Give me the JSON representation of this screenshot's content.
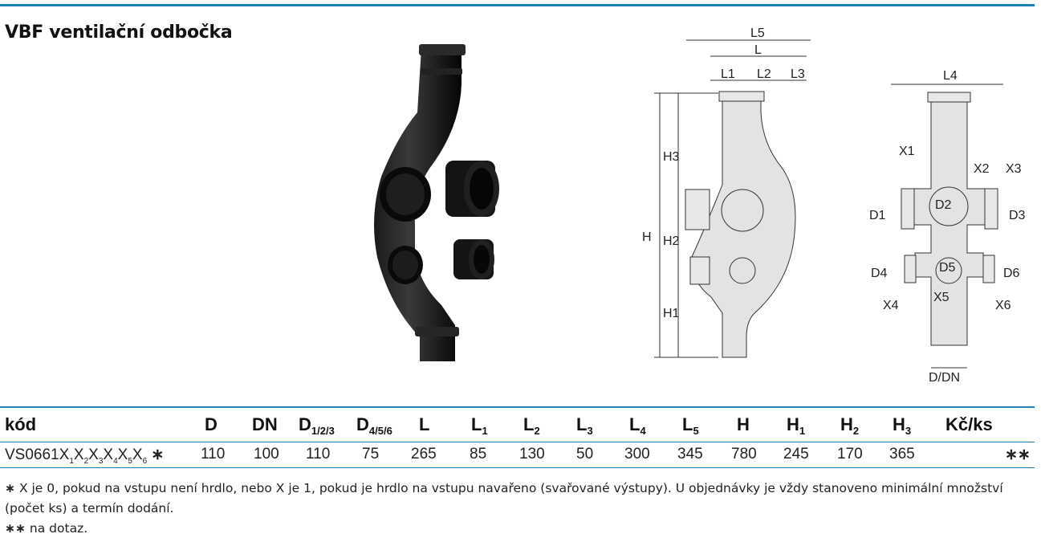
{
  "title": "VBF ventilační odbočka",
  "drawing_labels": {
    "l5": "L5",
    "l": "L",
    "l1": "L1",
    "l2": "L2",
    "l3": "L3",
    "h": "H",
    "h1": "H1",
    "h2": "H2",
    "h3": "H3",
    "l4": "L4",
    "x1": "X1",
    "x2": "X2",
    "x3": "X3",
    "d1": "D1",
    "d2": "D2",
    "d3": "D3",
    "d4": "D4",
    "d5": "D5",
    "d6": "D6",
    "x4": "X4",
    "x5": "X5",
    "x6": "X6",
    "ddn": "D/DN"
  },
  "table": {
    "headers": {
      "kod": "kód",
      "d": "D",
      "dn": "DN",
      "d123": "D",
      "d123_sub": "1/2/3",
      "d456": "D",
      "d456_sub": "4/5/6",
      "l": "L",
      "l1": "L",
      "l1_sub": "1",
      "l2": "L",
      "l2_sub": "2",
      "l3": "L",
      "l3_sub": "3",
      "l4": "L",
      "l4_sub": "4",
      "l5": "L",
      "l5_sub": "5",
      "h": "H",
      "h1": "H",
      "h1_sub": "1",
      "h2": "H",
      "h2_sub": "2",
      "h3": "H",
      "h3_sub": "3",
      "price": "Kč/ks"
    },
    "row": {
      "code_prefix": "VS0661",
      "code_x": "X",
      "code_subs": [
        "1",
        "2",
        "3",
        "4",
        "5",
        "6"
      ],
      "code_mark": "∗",
      "d": "110",
      "dn": "100",
      "d123": "110",
      "d456": "75",
      "l": "265",
      "l1": "85",
      "l2": "130",
      "l3": "50",
      "l4": "300",
      "l5": "345",
      "h": "780",
      "h1": "245",
      "h2": "170",
      "h3": "365",
      "price": "∗∗"
    }
  },
  "notes": {
    "note1_mark": "∗",
    "note1": "X je 0, pokud na vstupu není hrdlo, nebo X je 1, pokud je hrdlo na vstupu navařeno (svařované výstupy). U objednávky je vždy stanoveno minimální množství (počet ks) a termín dodání.",
    "note2_mark": "∗∗",
    "note2": "na dotaz."
  },
  "colors": {
    "accent": "#1f7fb0",
    "pipe": "#0d0d0d",
    "drawing_fill": "#e3e3e3"
  }
}
